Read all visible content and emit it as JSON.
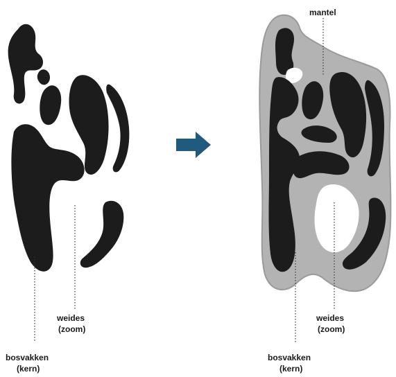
{
  "colors": {
    "forest": "#1c1c1c",
    "mantle": "#b3b3b3",
    "mantle_edge": "#9a9a9a",
    "background": "#ffffff",
    "arrow": "#1f5a7f"
  },
  "icons": {
    "transition": "right-arrow-icon"
  },
  "left": {
    "meadows_label_line1": "weides",
    "meadows_label_line2": "(zoom)",
    "core_label_line1": "bosvakken",
    "core_label_line2": "(kern)"
  },
  "right": {
    "mantle_label": "mantel",
    "meadows_label_line1": "weides",
    "meadows_label_line2": "(zoom)",
    "core_label_line1": "bosvakken",
    "core_label_line2": "(kern)"
  }
}
